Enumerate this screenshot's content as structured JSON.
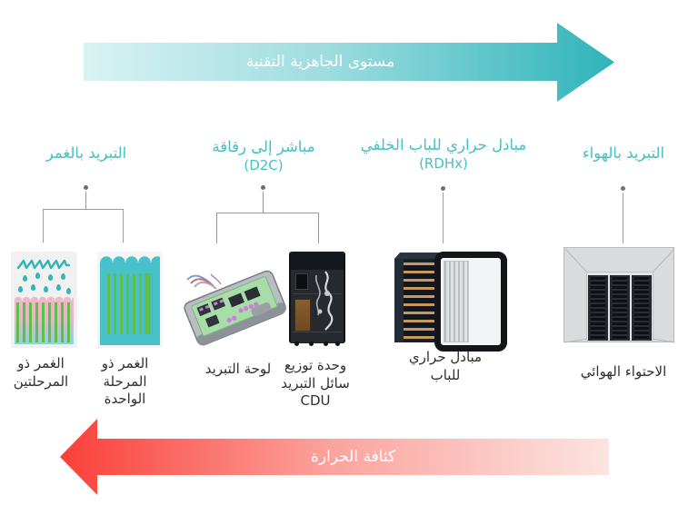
{
  "diagram": {
    "top_arrow": {
      "label": "مستوى الجاهزية التقنية",
      "direction": "right",
      "color_start": "#d9f2f3",
      "color_end": "#2eb4ba"
    },
    "bottom_arrow": {
      "label": "كثافة الحرارة",
      "direction": "left",
      "color_start": "#fce4e0",
      "color_end": "#fa3f38"
    },
    "columns": [
      {
        "id": "air-cooling",
        "header_lines": [
          "التبريد بالهواء"
        ],
        "items": [
          {
            "illustration": "aisle-containment",
            "label_lines": [
              "الاحتواء الهوائي"
            ]
          }
        ]
      },
      {
        "id": "rear-door-heat-exchanger",
        "header_lines": [
          "مبادل حراري للباب الخلفي",
          "(RDHx)"
        ],
        "items": [
          {
            "illustration": "rack-with-rear-door",
            "label_lines": [
              "مبادل حراري",
              "للباب"
            ]
          }
        ]
      },
      {
        "id": "direct-to-chip",
        "header_lines": [
          "مباشر إلى رقاقة",
          "(D2C)"
        ],
        "items": [
          {
            "illustration": "cold-plate-board",
            "label_lines": [
              "لوحة التبريد"
            ]
          },
          {
            "illustration": "coolant-distribution-unit",
            "label_lines": [
              "وحدة توزيع",
              "سائل التبريد",
              "CDU"
            ]
          }
        ]
      },
      {
        "id": "immersion-cooling",
        "header_lines": [
          "التبريد بالغمر"
        ],
        "items": [
          {
            "illustration": "two-phase-immersion-tank",
            "label_lines": [
              "الغمر ذو",
              "المرحلتين"
            ]
          },
          {
            "illustration": "single-phase-immersion-tank",
            "label_lines": [
              "الغمر ذو",
              "المرحلة",
              "الواحدة"
            ]
          }
        ]
      }
    ],
    "colors": {
      "header_teal": "#47bfc6",
      "label_dark": "#303030",
      "connector_gray": "#9b9b9b",
      "immersion_liquid": "#47c2ca",
      "board_green": "#5fbf4a",
      "bath_pink": "#f0b9c9"
    }
  }
}
